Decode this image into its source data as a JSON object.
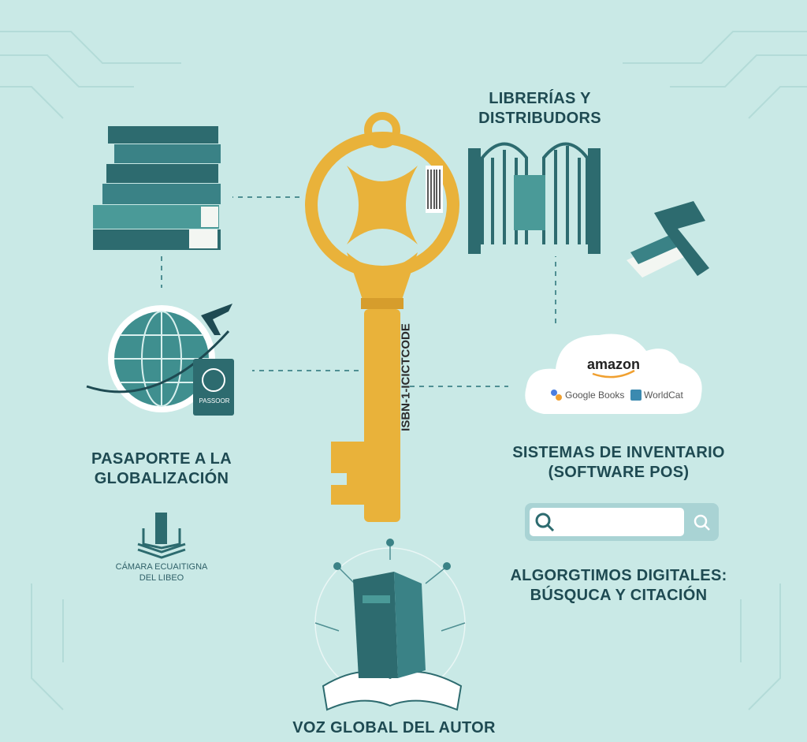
{
  "labels": {
    "librerias": "LIBRERÍAS Y\nDISTRIBUDORS",
    "pasaporte": "PASAPORTE A LA\nGLOBALIZACIÓN",
    "sistemas": "SISTEMAS DE INVENTARIO\n(SOFTWARE POS)",
    "algoritmos": "ALGORGTIMOS DIGITALES:\nBÚSQUCA Y CITACIÓN",
    "voz": "VOZ GLOBAL DEL AUTOR"
  },
  "logo": {
    "text": "CÁMARA ECUAITIGNA\nDEL LIBEO"
  },
  "key": {
    "text": "ISBN-1-ICICTCODE"
  },
  "passport": {
    "text": "PASSOOR"
  },
  "cloud": {
    "amazon": "amazon",
    "google": "Google Books",
    "worldcat": "WorldCat"
  },
  "colors": {
    "background": "#c9e9e6",
    "teal": "#2d7173",
    "gold": "#e9b23a",
    "text": "#1e4a52"
  }
}
